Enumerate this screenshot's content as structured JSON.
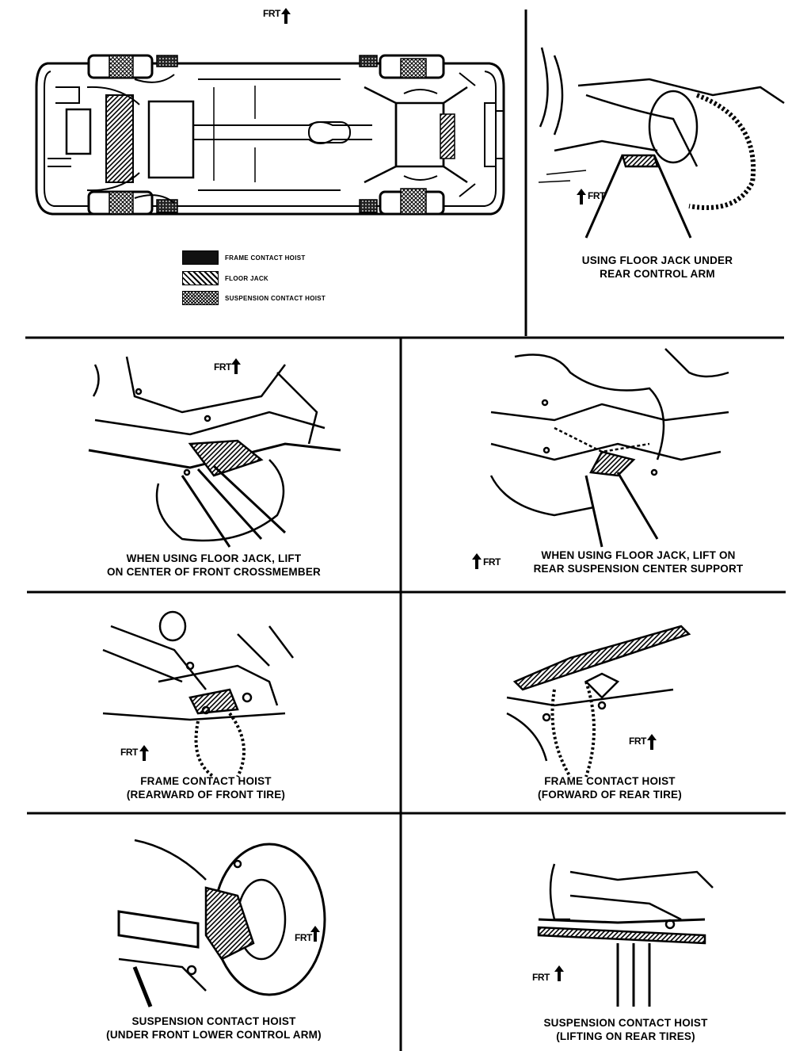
{
  "direction_marker": "FRT",
  "legend": {
    "frame_contact_hoist": "FRAME CONTACT HOIST",
    "floor_jack": "FLOOR JACK",
    "suspension_contact_hoist": "SUSPENSION CONTACT HOIST"
  },
  "panels": {
    "rear_control_arm": {
      "line1": "USING FLOOR JACK UNDER",
      "line2": "REAR CONTROL ARM"
    },
    "front_crossmember": {
      "line1": "WHEN USING FLOOR JACK, LIFT",
      "line2": "ON CENTER OF FRONT CROSSMEMBER"
    },
    "rear_center_support": {
      "line1": "WHEN USING FLOOR JACK, LIFT ON",
      "line2": "REAR SUSPENSION CENTER SUPPORT"
    },
    "frame_front": {
      "line1": "FRAME CONTACT HOIST",
      "line2": "(REARWARD OF FRONT TIRE)"
    },
    "frame_rear": {
      "line1": "FRAME CONTACT HOIST",
      "line2": "(FORWARD OF REAR TIRE)"
    },
    "susp_front": {
      "line1": "SUSPENSION CONTACT HOIST",
      "line2": "(UNDER FRONT LOWER CONTROL ARM)"
    },
    "susp_rear": {
      "line1": "SUSPENSION CONTACT HOIST",
      "line2": "(LIFTING ON REAR TIRES)"
    }
  }
}
